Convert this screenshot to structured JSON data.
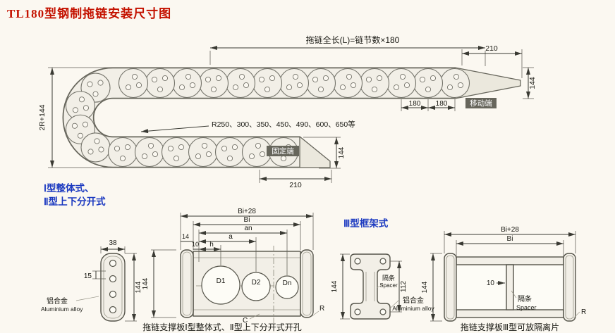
{
  "title": "TL180型钢制拖链安装尺寸图",
  "main": {
    "total_length": "拖链全长(L)=链节数×180",
    "dim_210_top": "210",
    "dim_144_top": "144",
    "dim_180_left": "180",
    "dim_180_right": "180",
    "moving_end": "移动端",
    "dim_2r144": "2R+144",
    "radius_series": "R250、300、350、450、490、600、650等",
    "fixed_end": "固定端",
    "dim_144_fixed": "144",
    "dim_210_bottom": "210",
    "type12_line1": "Ⅰ型整体式、",
    "type12_line2": "Ⅱ型上下分开式"
  },
  "plate": {
    "dim_38": "38",
    "dim_15": "15",
    "dim_144": "144",
    "material_cn": "铝合金",
    "material_en": "Aluminium alloy"
  },
  "section12": {
    "dim_bi28": "Bi+28",
    "dim_bi": "Bi",
    "dim_an": "an",
    "dim_a": "a",
    "dim_h": "h",
    "dim_14": "14",
    "dim_10": "10",
    "dim_144": "144",
    "d1": "D1",
    "d2": "D2",
    "dn": "Dn",
    "c": "C",
    "r": "R",
    "caption": "拖链支撑板Ⅰ型整体式、Ⅱ型上下分开式开孔"
  },
  "type3": {
    "heading": "Ⅲ型框架式"
  },
  "ibeam": {
    "dim_144": "144",
    "dim_112": "112",
    "spacer_cn": "隔条",
    "spacer_en": "Spacer",
    "material_cn": "铝合金",
    "material_en": "Aluminium alloy"
  },
  "frame": {
    "dim_bi28": "Bi+28",
    "dim_bi": "Bi",
    "dim_10": "10",
    "spacer_cn": "隔条",
    "spacer_en": "Spacer",
    "dim_144": "144",
    "r": "R",
    "caption": "拖链支撑板Ⅲ型可放隔离片"
  }
}
